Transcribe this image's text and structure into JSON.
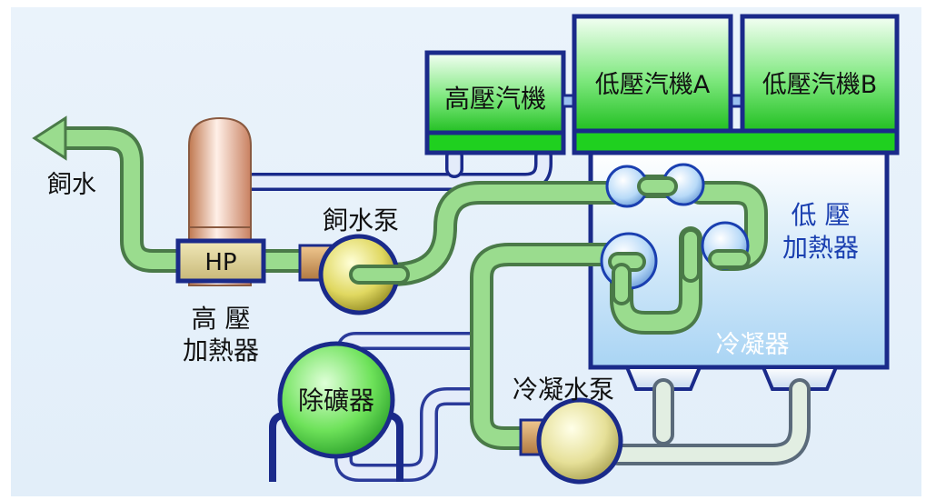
{
  "diagram": {
    "feedwater_label": "飼水",
    "feed_pump_label": "飼水泵",
    "hp_label": "HP",
    "hp_heater_label_line1": "高 壓",
    "hp_heater_label_line2": "加熱器",
    "hp_turbine_label": "高壓汽機",
    "lp_turbine_a_label": "低壓汽機A",
    "lp_turbine_b_label": "低壓汽機B",
    "lp_heater_label_line1": "低 壓",
    "lp_heater_label_line2": "加熱器",
    "condenser_label": "冷凝器",
    "condensate_pump_label": "冷凝水泵",
    "deaerator_label": "除礦器"
  },
  "colors": {
    "background": "#e9f2fb",
    "green_pipe": "#8fd88a",
    "white_pipe": "#dfe8f8",
    "turbine_green": "#2ccf2c",
    "condenser_blue": "#1a2a8a",
    "pump_yellow": "#d8d050",
    "heater_orange": "#e0a080"
  }
}
